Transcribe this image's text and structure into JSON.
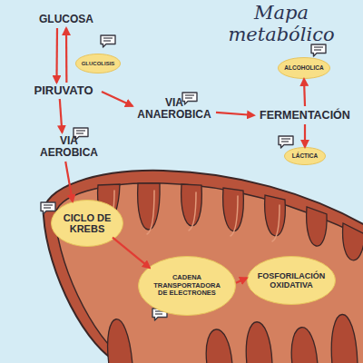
{
  "diagram": {
    "title": "Mapa metabólico",
    "nodes": [
      {
        "text": [
          "GLUCOSA"
        ]
      },
      {
        "text": [
          "GLUCOLISIS"
        ]
      },
      {
        "text": [
          "PIRUVATO"
        ]
      },
      {
        "text": [
          "VIA ANAEROBICA"
        ]
      },
      {
        "text": [
          "FERMENTACIÓN"
        ]
      },
      {
        "text": [
          "ALCOHOLICA"
        ]
      },
      {
        "text": [
          "LÁCTICA"
        ]
      },
      {
        "text": [
          "VIA AEROBICA"
        ]
      },
      {
        "text": [
          "CICLO DE KREBS"
        ]
      },
      {
        "text": [
          "CADENA TRANSPORTADORA DE ELECTRONES"
        ]
      },
      {
        "text": [
          "FOSFORILACIÓN OXIDATIVA"
        ]
      }
    ],
    "edges": [
      {
        "from": 0,
        "to": 2,
        "arrow": "to"
      },
      {
        "from": 2,
        "to": 0,
        "arrow": "to"
      },
      {
        "from": 2,
        "to": 3,
        "arrow": "to"
      },
      {
        "from": 3,
        "to": 4,
        "arrow": "to"
      },
      {
        "from": 4,
        "to": 5,
        "arrow": "to"
      },
      {
        "from": 4,
        "to": 6,
        "arrow": "to"
      },
      {
        "from": 2,
        "to": 7,
        "arrow": "to"
      },
      {
        "from": 7,
        "to": 8,
        "arrow": "to"
      },
      {
        "from": 8,
        "to": 9,
        "arrow": "to"
      },
      {
        "from": 9,
        "to": 10,
        "arrow": "to"
      }
    ]
  }
}
